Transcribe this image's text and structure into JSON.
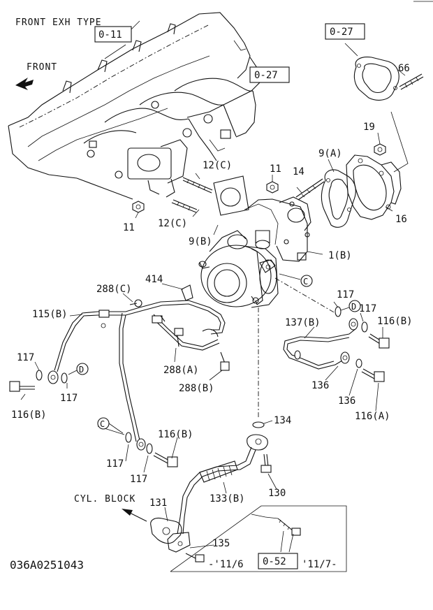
{
  "header": {
    "title": "FRONT EXH TYPE",
    "front_label": "FRONT",
    "cyl_block_label": "CYL. BLOCK"
  },
  "figure_id": "036A0251043",
  "ref_boxes": [
    "0-11",
    "0-27",
    "0-27",
    "0-52"
  ],
  "callout_circles": [
    "C",
    "C",
    "D",
    "D"
  ],
  "parts": [
    "12(C)",
    "11",
    "14",
    "9(A)",
    "19",
    "66",
    "16",
    "12(C)",
    "11",
    "9(B)",
    "1(B)",
    "414",
    "288(C)",
    "115(B)",
    "117",
    "117",
    "116(B)",
    "137(B)",
    "288(A)",
    "288(B)",
    "117",
    "116(B)",
    "117",
    "117",
    "116(B)",
    "136",
    "136",
    "116(A)",
    "134",
    "131",
    "133(B)",
    "130",
    "135"
  ],
  "date_ranges": [
    "-'11/6",
    "'11/7-"
  ]
}
